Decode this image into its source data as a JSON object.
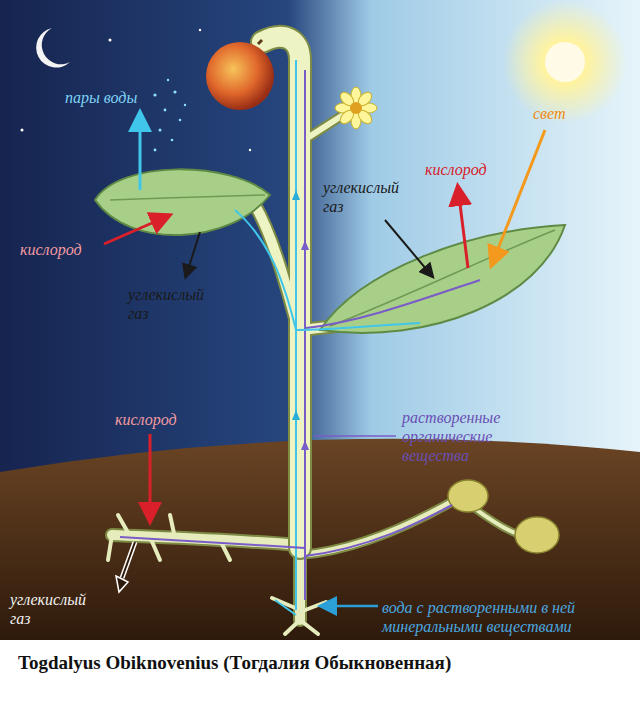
{
  "diagram": {
    "caption": "Togdalyus Obiknovenius (Тогдалия Обыкновенная)",
    "labels": [
      "пары воды",
      "свет",
      "кислород",
      "углекислый газ",
      "кислород",
      "углекислый газ",
      "растворенные органические вещества",
      "кислород",
      "углекислый газ",
      "вода с растворенными в ней минеральными веществами"
    ]
  }
}
